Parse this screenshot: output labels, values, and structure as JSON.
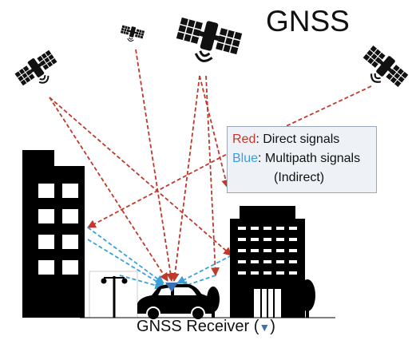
{
  "title": "GNSS",
  "legend": {
    "red_word": "Red",
    "red_text": ": Direct signals",
    "blue_word": "Blue",
    "blue_text": ": Multipath signals",
    "blue_text2": "(Indirect)"
  },
  "caption": {
    "text": "GNSS Receiver (",
    "symbol": "▼",
    "close": ")"
  },
  "colors": {
    "direct": "#c0392b",
    "multipath": "#3aa0d8",
    "receiver": "#3b6fb6"
  }
}
